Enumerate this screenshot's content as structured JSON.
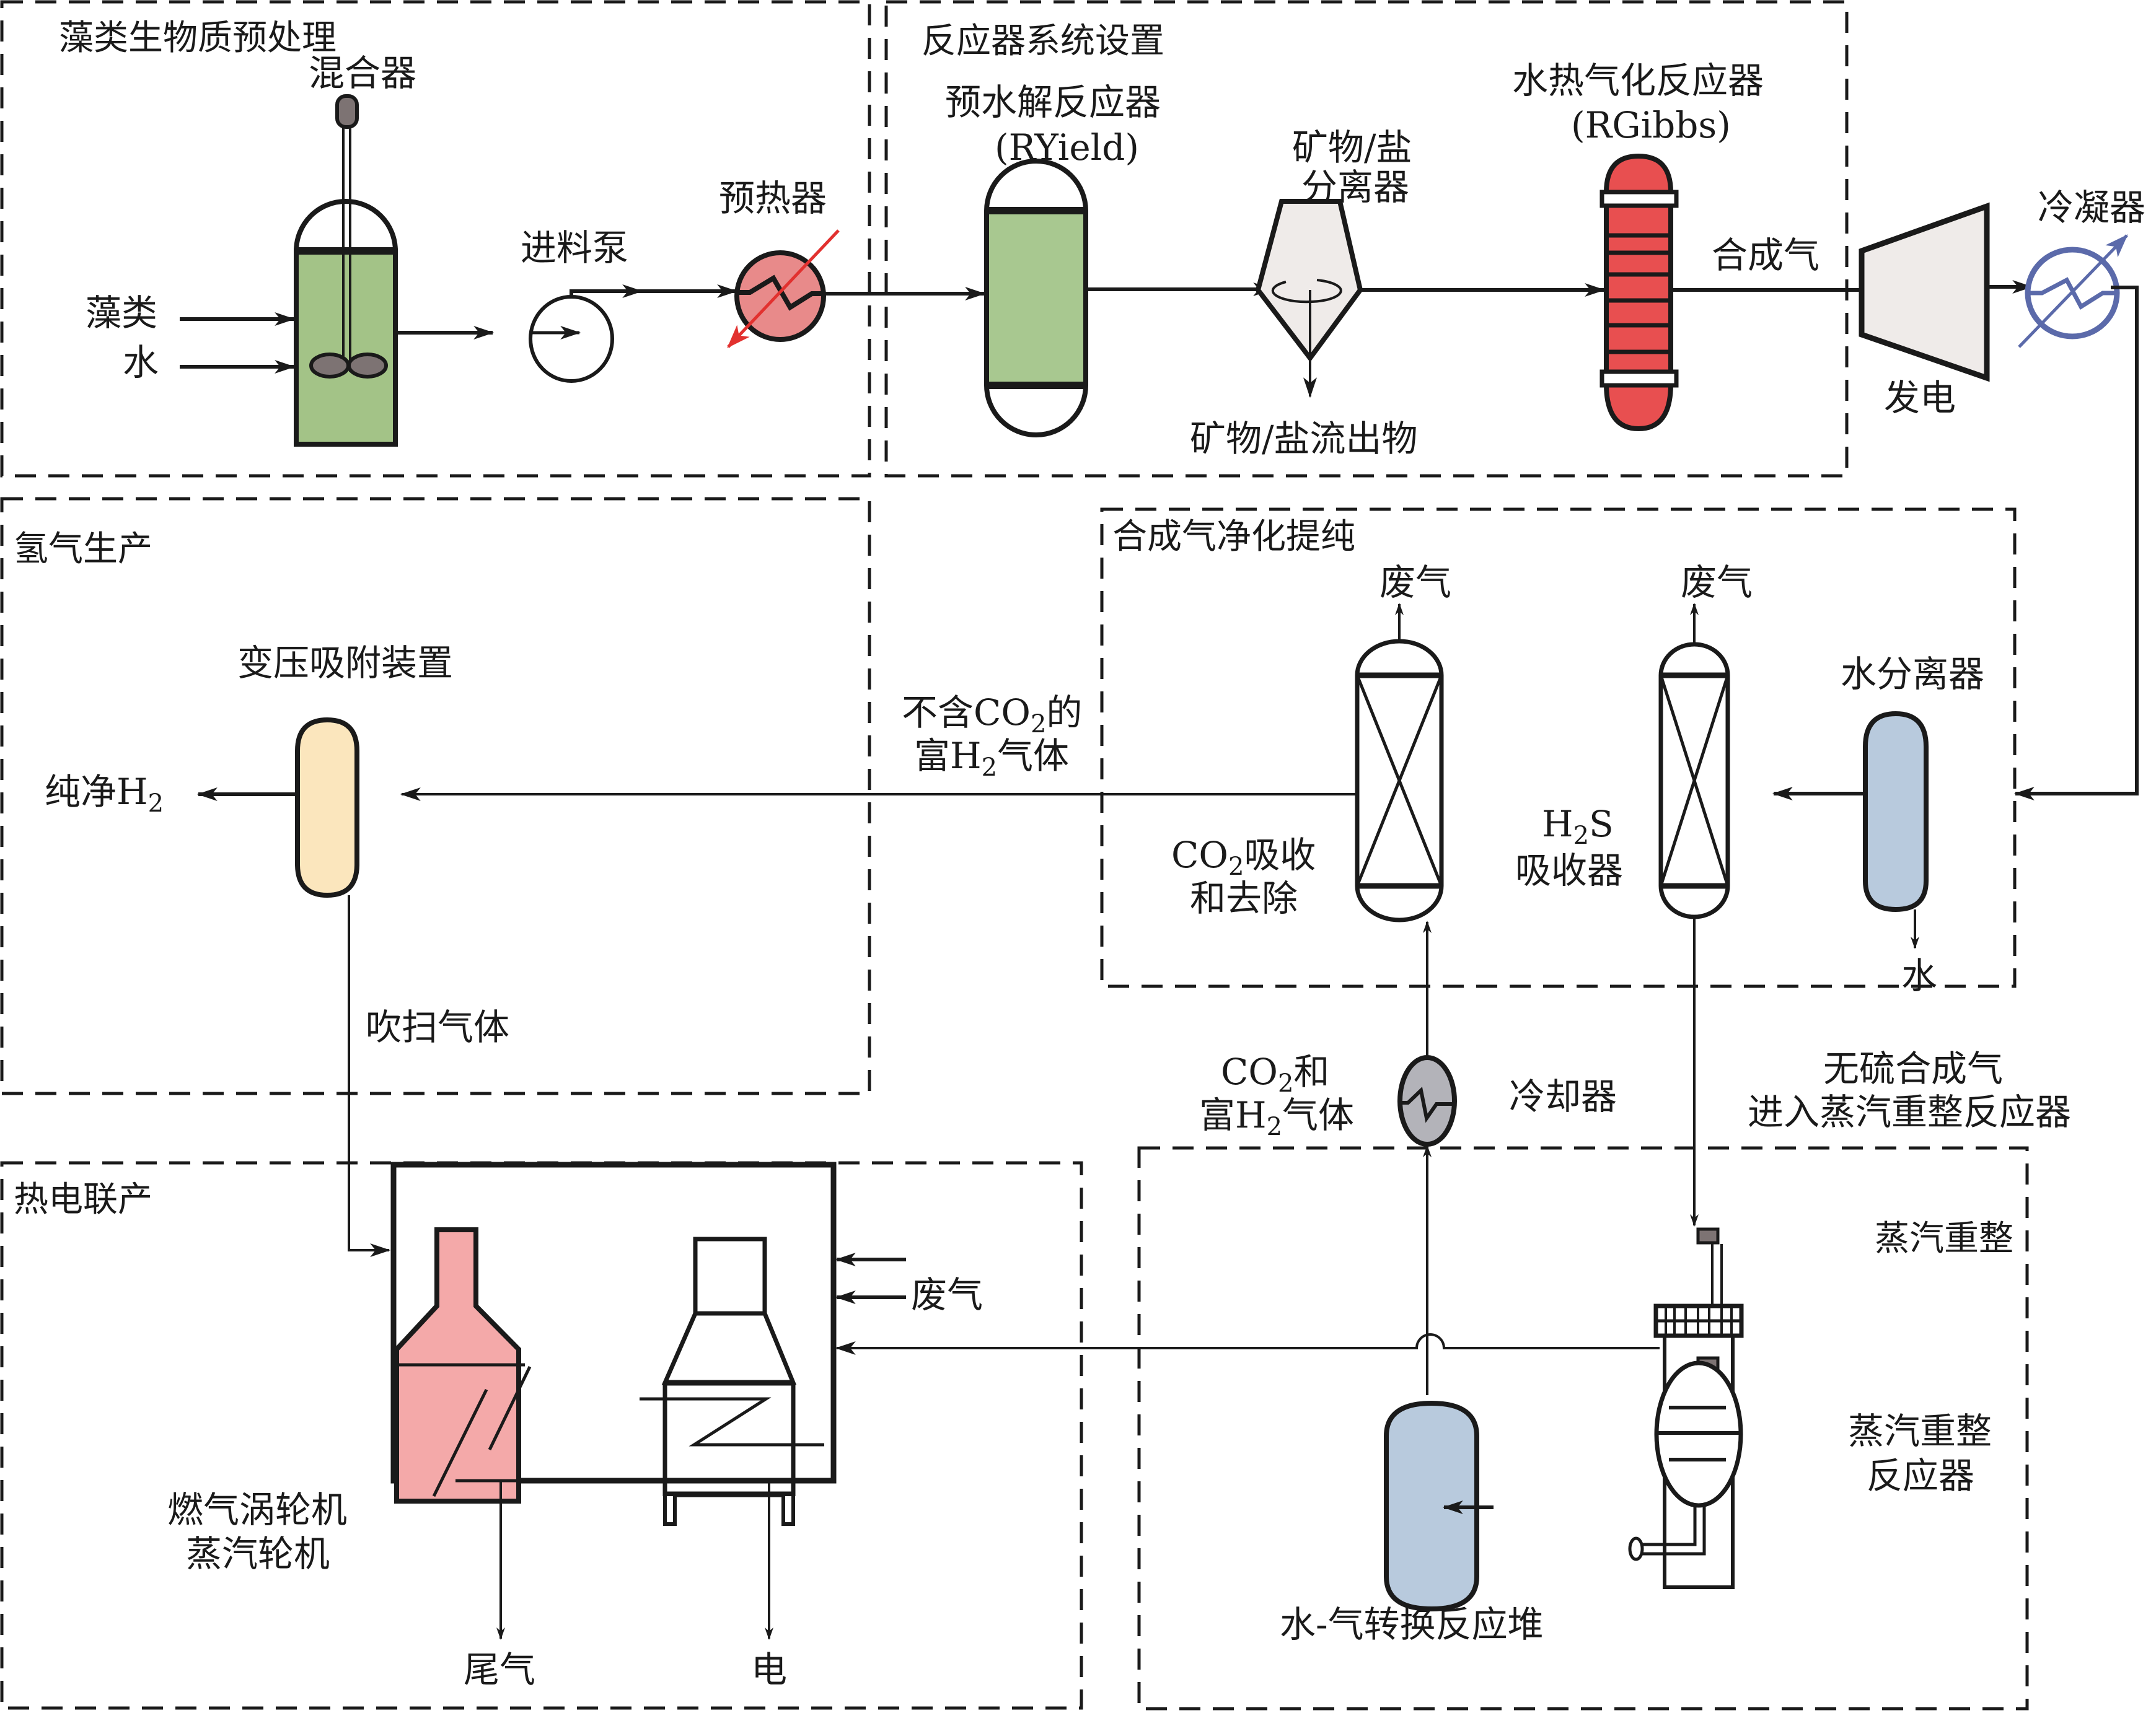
{
  "sections": {
    "pretreatment": "藻类生物质预处理",
    "reactor_setup": "反应器系统设置",
    "h2_production": "氢气生产",
    "purification": "合成气净化提纯",
    "chp": "热电联产",
    "steam_reforming": "蒸汽重整"
  },
  "equipment": {
    "mixer": "混合器",
    "feed_pump": "进料泵",
    "preheater": "预热器",
    "prehydrolysis_line1": "预水解反应器",
    "prehydrolysis_line2": "(RYield)",
    "separator_line1": "矿物/盐",
    "separator_line2": "分离器",
    "htg_line1": "水热气化反应器",
    "htg_line2": "(RGibbs)",
    "condenser": "冷凝器",
    "psa": "变压吸附装置",
    "co2_absorber_line1_main": "CO",
    "co2_absorber_line1_sub": "2",
    "co2_absorber_line1_tail": "吸收",
    "co2_absorber_line2": "和去除",
    "h2s_absorber_line1_main": "H",
    "h2s_absorber_line1_sub": "2",
    "h2s_absorber_line1_tail": "S",
    "h2s_absorber_line2": "吸收器",
    "water_separator": "水分离器",
    "cooler": "冷却器",
    "wgs_stack": "水-气转换反应堆",
    "sr_reactor_line1": "蒸汽重整",
    "sr_reactor_line2": "反应器",
    "turbines_line1": "燃气涡轮机",
    "turbines_line2": "蒸汽轮机"
  },
  "streams": {
    "algae": "藻类",
    "water_in": "水",
    "mineral_outflow": "矿物/盐流出物",
    "syngas": "合成气",
    "power_gen": "发电",
    "waste_gas_1": "废气",
    "waste_gas_2": "废气",
    "water_out": "水",
    "co2_free_line1_pre": "不含CO",
    "co2_free_line1_sub": "2",
    "co2_free_line1_post": "的",
    "co2_free_line2_pre": "富H",
    "co2_free_line2_sub": "2",
    "co2_free_line2_post": "气体",
    "pure_h2_main": "纯净H",
    "pure_h2_sub": "2",
    "purge_gas": "吹扫气体",
    "co2_rich_line1_main": "CO",
    "co2_rich_line1_sub": "2",
    "co2_rich_line1_tail": "和",
    "co2_rich_line2_pre": "富H",
    "co2_rich_line2_sub": "2",
    "co2_rich_line2_post": "气体",
    "sulfur_free_line1": "无硫合成气",
    "sulfur_free_line2": "进入蒸汽重整反应器",
    "chp_waste_gas": "废气",
    "tail_gas": "尾气",
    "electricity": "电"
  },
  "colors": {
    "mixer_fill": "#a3c387",
    "prehydrolysis_fill": "#a8c890",
    "preheater_fill": "#e88a8a",
    "preheater_arrow": "#e2312f",
    "separator_fill": "#efebe9",
    "htg_fill": "#e84f50",
    "turbine_fill": "#efebe9",
    "condenser": "#5b6aaa",
    "psa_fill": "#fbe6bd",
    "water_sep_fill": "#b8cadd",
    "cooler_fill": "#b3b3b9",
    "wgs_fill": "#b8cadd",
    "gas_turbine_fill": "#f4a9a9",
    "motor_fill": "#7d7373"
  }
}
